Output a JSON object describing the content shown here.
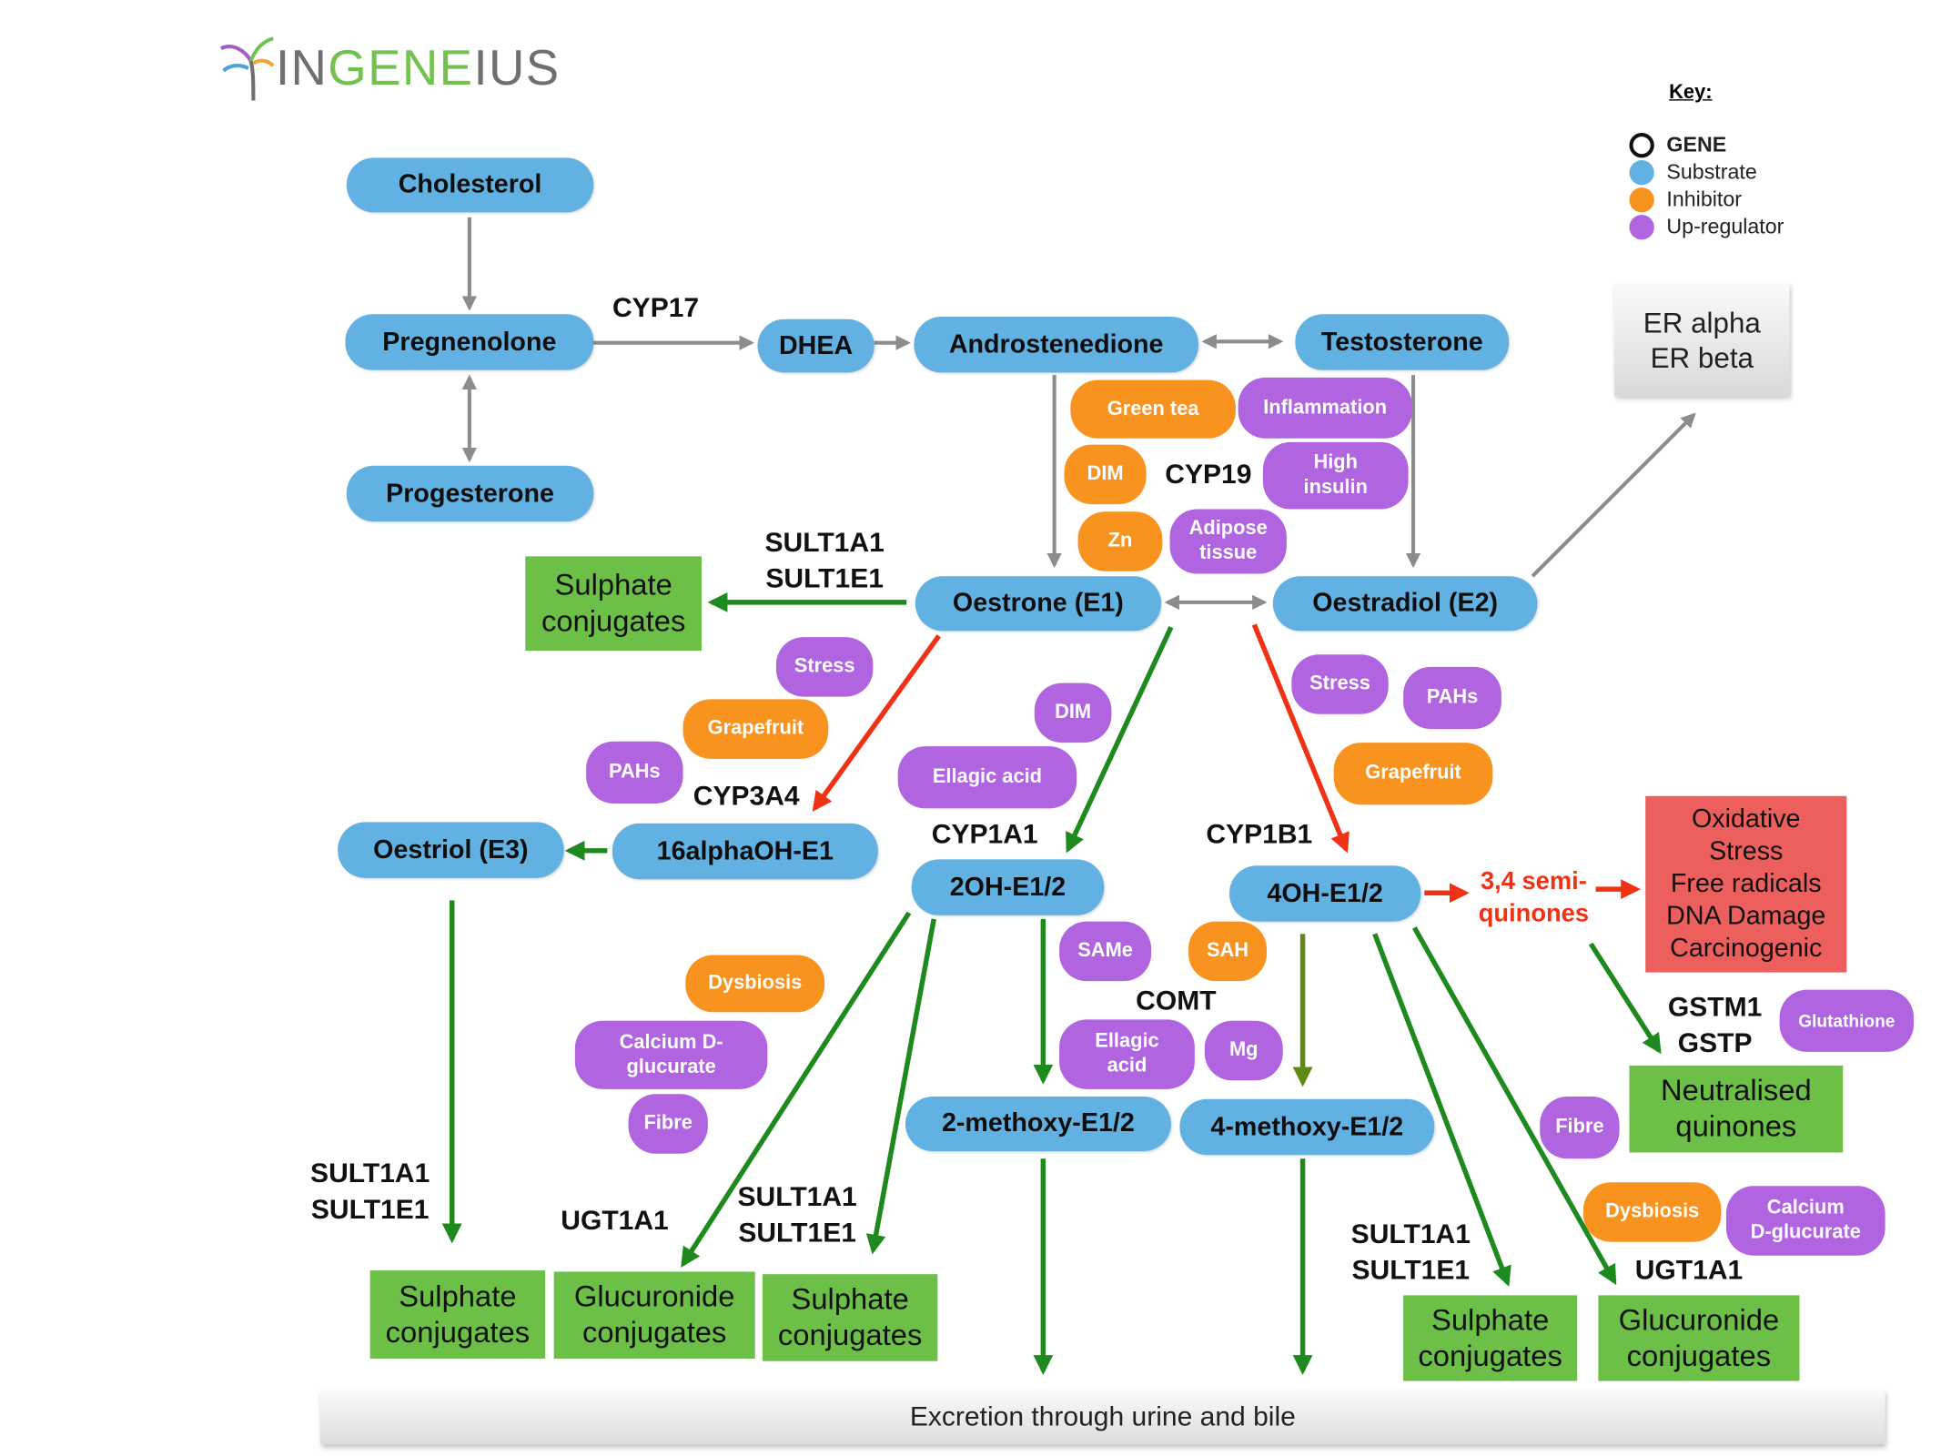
{
  "logo": {
    "text": "INGENEIUS",
    "colors": {
      "gray": "#6d6f73",
      "green": "#72c24f",
      "orange": "#f4a334",
      "purple": "#a25dc9",
      "blue": "#4aa3dc"
    }
  },
  "key": {
    "title": "Key:",
    "items": [
      {
        "label": "GENE",
        "style": "outline"
      },
      {
        "label": "Substrate",
        "color": "#62b1e3"
      },
      {
        "label": "Inhibitor",
        "color": "#f7931e"
      },
      {
        "label": "Up-regulator",
        "color": "#b064e0"
      }
    ]
  },
  "substrates": {
    "cholesterol": "Cholesterol",
    "pregnenolone": "Pregnenolone",
    "progesterone": "Progesterone",
    "dhea": "DHEA",
    "androstenedione": "Androstenedione",
    "testosterone": "Testosterone",
    "oestrone": "Oestrone (E1)",
    "oestradiol": "Oestradiol (E2)",
    "oestriol": "Oestriol (E3)",
    "alpha16": "16alphaOH-E1",
    "oh2": "2OH-E1/2",
    "oh4": "4OH-E1/2",
    "methoxy2": "2-methoxy-E1/2",
    "methoxy4": "4-methoxy-E1/2"
  },
  "genes": {
    "cyp17": "CYP17",
    "cyp19": "CYP19",
    "sult_e1": "SULT1A1\nSULT1E1",
    "cyp3a4": "CYP3A4",
    "cyp1a1": "CYP1A1",
    "cyp1b1": "CYP1B1",
    "comt": "COMT",
    "gstm": "GSTM1\nGSTP",
    "sult_e3": "SULT1A1\nSULT1E1",
    "ugt_left": "UGT1A1",
    "sult_2oh": "SULT1A1\nSULT1E1",
    "sult_4oh": "SULT1A1\nSULT1E1",
    "ugt_right": "UGT1A1"
  },
  "modifiers": {
    "green_tea": "Green tea",
    "inflammation": "Inflammation",
    "dim_cyp19": "DIM",
    "high_insulin": "High\ninsulin",
    "zn": "Zn",
    "adipose": "Adipose\ntissue",
    "stress_left": "Stress",
    "grapefruit_left": "Grapefruit",
    "pahs_left": "PAHs",
    "dim_1a1": "DIM",
    "ellagic_1a1": "Ellagic acid",
    "stress_right": "Stress",
    "pahs_right": "PAHs",
    "grapefruit_right": "Grapefruit",
    "same": "SAMe",
    "sah": "SAH",
    "ellagic_comt": "Ellagic\nacid",
    "mg": "Mg",
    "dysbiosis_left": "Dysbiosis",
    "calcium_left": "Calcium D-\nglucurate",
    "fibre_left": "Fibre",
    "glutathione": "Glutathione",
    "fibre_right": "Fibre",
    "dysbiosis_right": "Dysbiosis",
    "calcium_right": "Calcium\nD-glucurate"
  },
  "outcomes": {
    "sulphate_e1": "Sulphate\nconjugates",
    "sulphate_e3": "Sulphate\nconjugates",
    "glucuronide_left": "Glucuronide\nconjugates",
    "sulphate_2oh": "Sulphate\nconjugates",
    "neutralised": "Neutralised\nquinones",
    "sulphate_4oh": "Sulphate\nconjugates",
    "glucuronide_right": "Glucuronide\nconjugates",
    "oxidative": "Oxidative\nStress\nFree radicals\nDNA Damage\nCarcinogenic",
    "semiquinones": "3,4 semi-\nquinones",
    "er": "ER alpha\nER beta",
    "excretion": "Excretion through urine and bile"
  },
  "colors": {
    "substrate": "#62b1e3",
    "inhibitor": "#f7931e",
    "upregulator": "#b064e0",
    "conjugate": "#6cbf47",
    "oxidative": "#ec5f5c",
    "pathway_green": "#1e8a1e",
    "pathway_red": "#f03214",
    "pathway_gray": "#8c8c8c"
  }
}
